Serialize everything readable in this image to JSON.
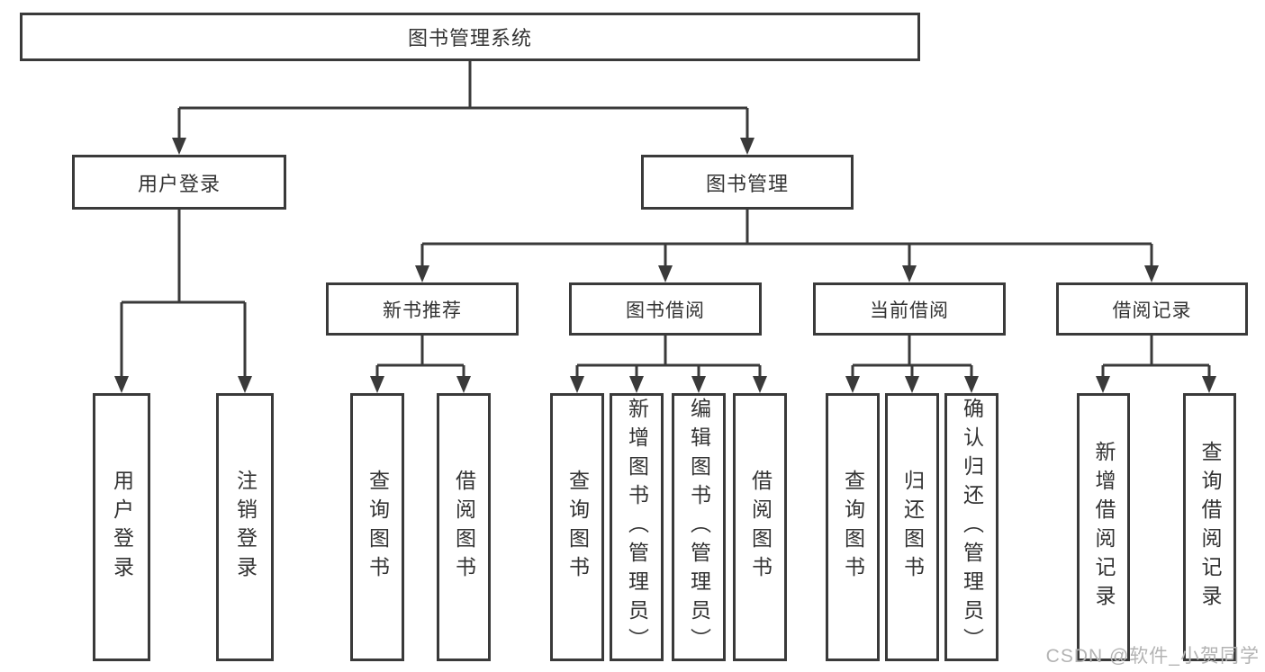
{
  "tree": {
    "root": "图书管理系统",
    "level2": [
      {
        "label": "用户登录",
        "leaves": [
          "用户登录",
          "注销登录"
        ]
      },
      {
        "label": "图书管理",
        "groups": [
          {
            "label": "新书推荐",
            "leaves": [
              "查询图书",
              "借阅图书"
            ]
          },
          {
            "label": "图书借阅",
            "leaves": [
              "查询图书",
              "新增图书（管理员）",
              "编辑图书（管理员）",
              "借阅图书"
            ]
          },
          {
            "label": "当前借阅",
            "leaves": [
              "查询图书",
              "归还图书",
              "确认归还（管理员）"
            ]
          },
          {
            "label": "借阅记录",
            "leaves": [
              "新增借阅记录",
              "查询借阅记录"
            ]
          }
        ]
      }
    ]
  },
  "watermark": "CSDN @软件_小贺同学",
  "colors": {
    "line": "#3a3a3a",
    "text": "#333333",
    "background": "#ffffff",
    "watermark": "#b3b3b3"
  }
}
